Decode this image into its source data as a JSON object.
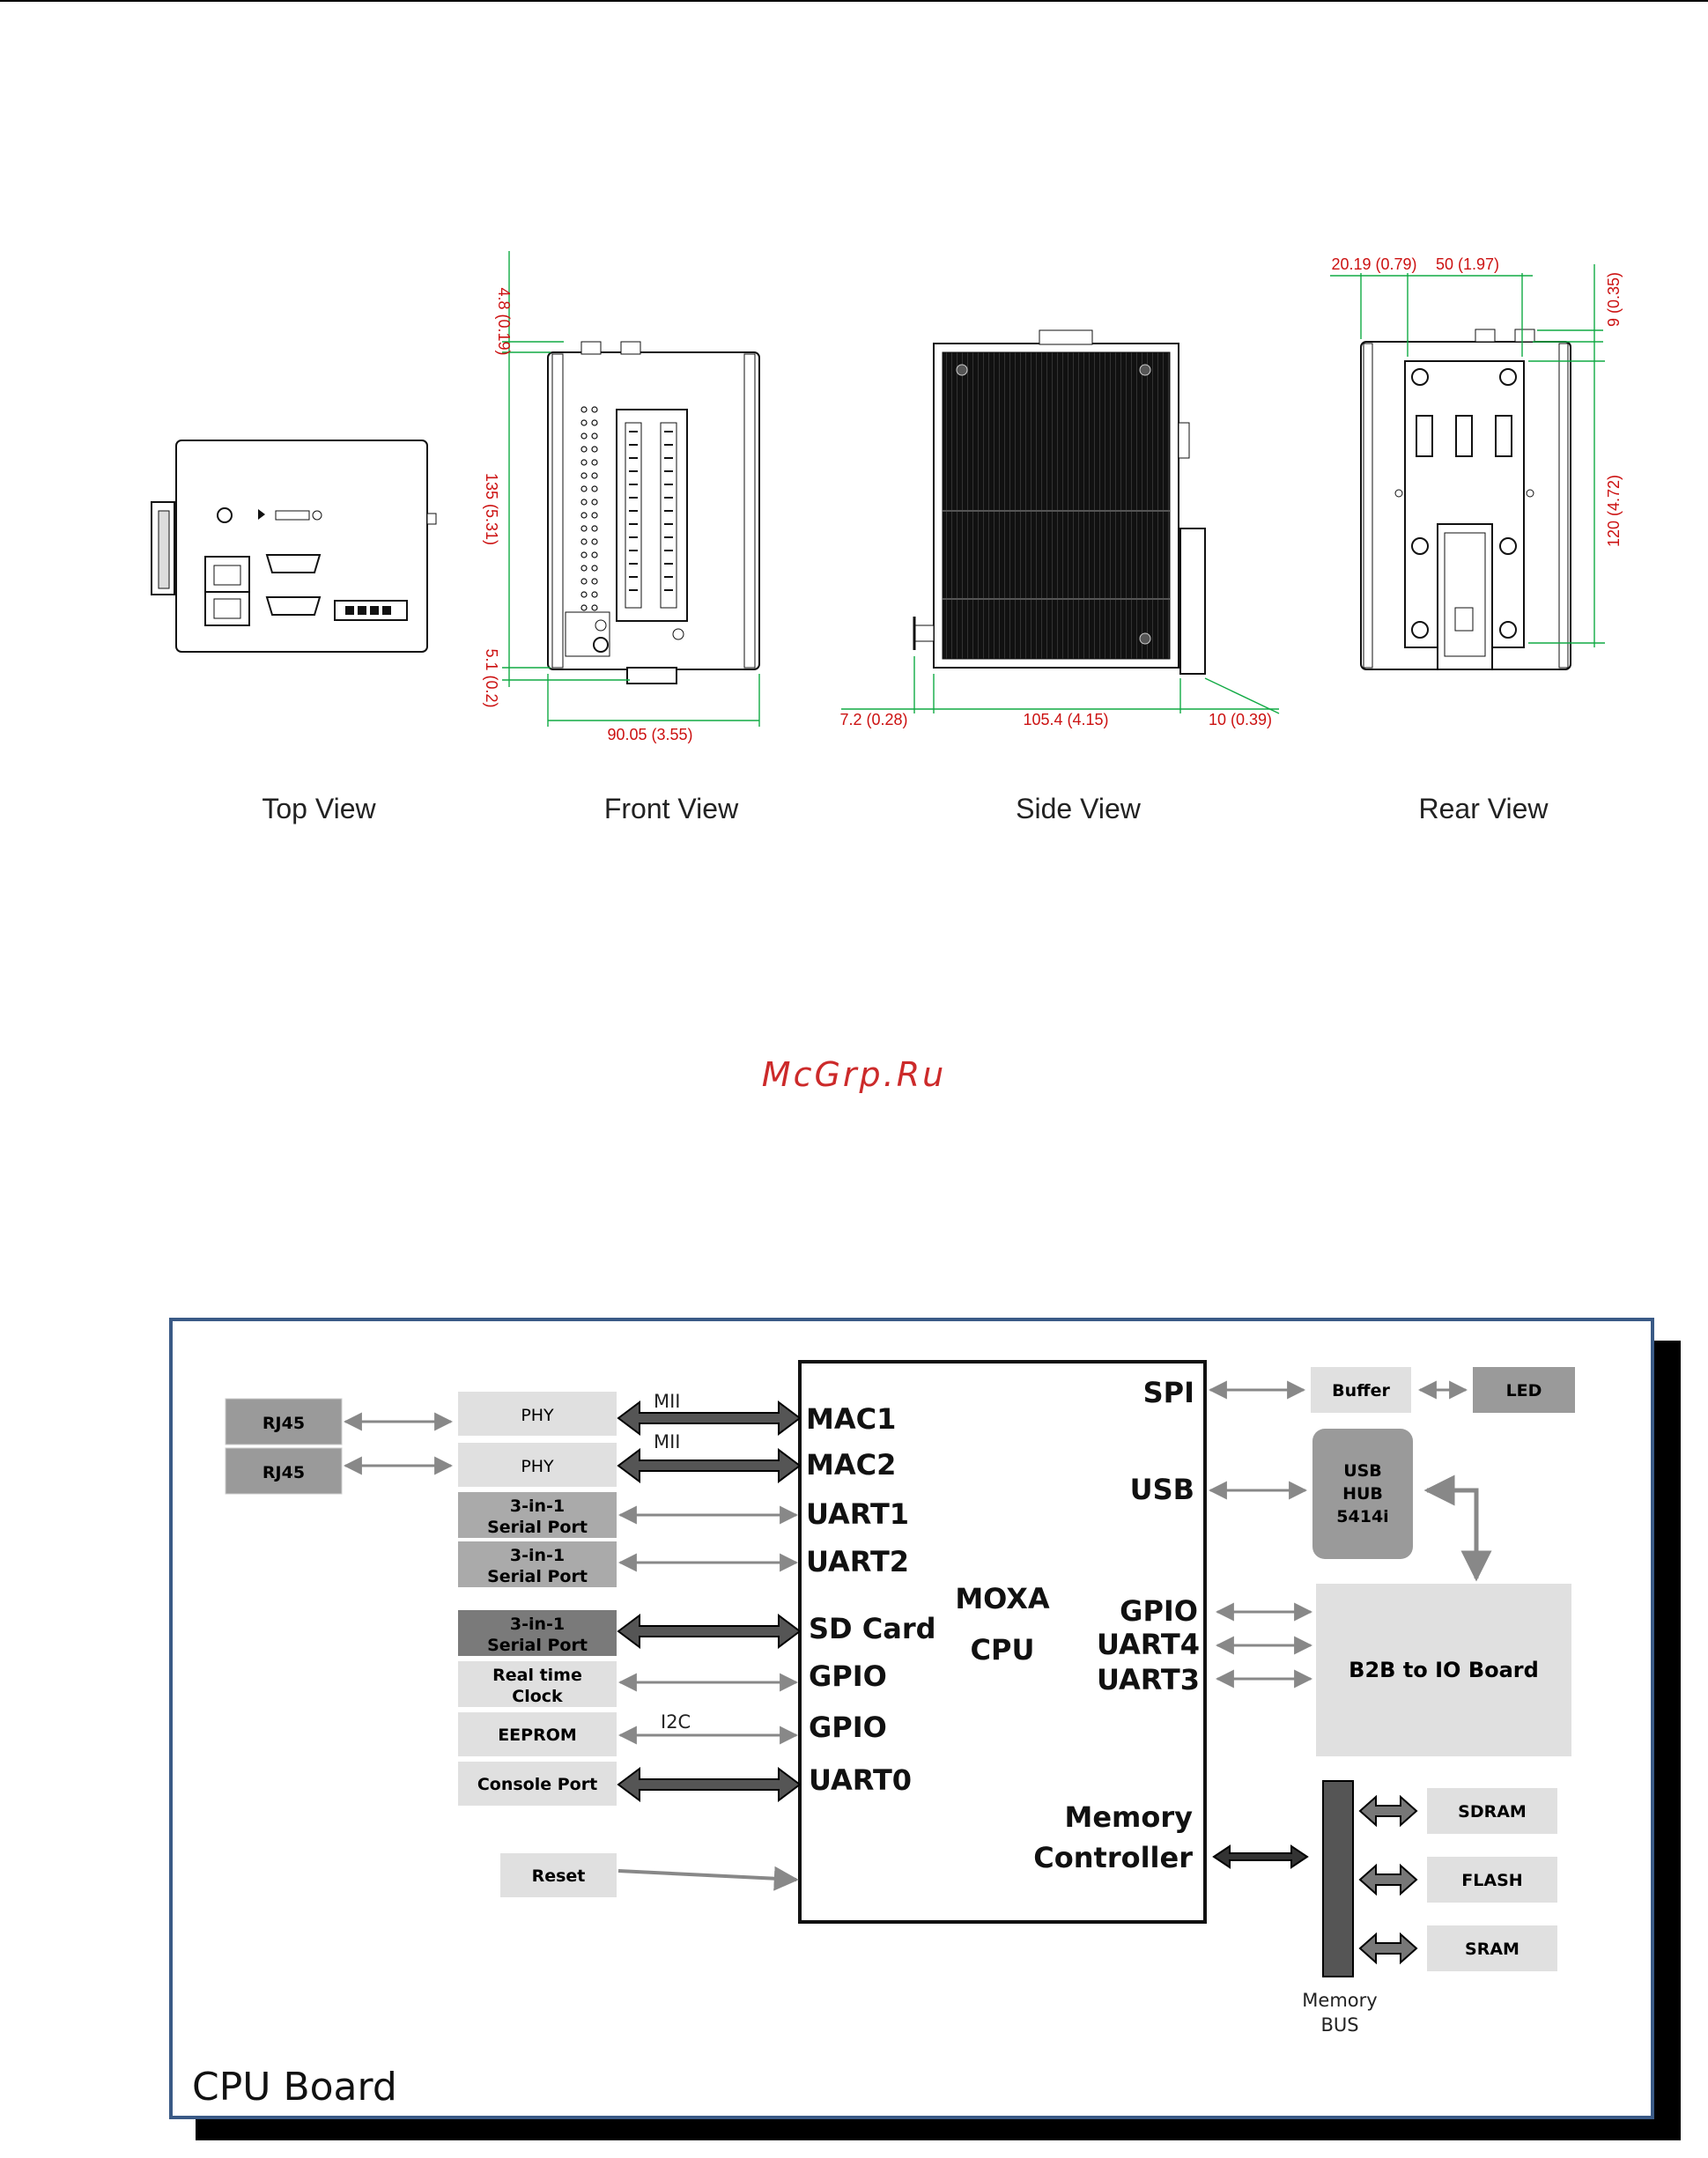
{
  "dimensions": {
    "front_top": "4.8 (0.19)",
    "front_height": "135 (5.31)",
    "front_bottom": "5.1 (0.2)",
    "front_width": "90.05 (3.55)",
    "side_left": "7.2 (0.28)",
    "side_width": "105.4 (4.15)",
    "side_right": "10 (0.39)",
    "rear_left": "20.19 (0.79)",
    "rear_mid": "50 (1.97)",
    "rear_top": "9 (0.35)",
    "rear_height": "120 (4.72)"
  },
  "views": [
    "Top View",
    "Front View",
    "Side View",
    "Rear View"
  ],
  "watermark": "McGrp.Ru",
  "cpu_board": {
    "title": "CPU Board",
    "cpu_label_1": "MOXA",
    "cpu_label_2": "CPU",
    "left_ports": [
      "RJ45",
      "RJ45"
    ],
    "left_blocks": [
      {
        "l1": "PHY",
        "l2": ""
      },
      {
        "l1": "PHY",
        "l2": ""
      },
      {
        "l1": "3-in-1",
        "l2": "Serial Port"
      },
      {
        "l1": "3-in-1",
        "l2": "Serial Port"
      },
      {
        "l1": "3-in-1",
        "l2": "Serial Port"
      },
      {
        "l1": "Real time",
        "l2": "Clock"
      },
      {
        "l1": "EEPROM",
        "l2": ""
      },
      {
        "l1": "Console Port",
        "l2": ""
      },
      {
        "l1": "Reset",
        "l2": ""
      }
    ],
    "bus_labels": [
      "MII",
      "MII",
      "I2C"
    ],
    "cpu_left_pins": [
      "MAC1",
      "MAC2",
      "UART1",
      "UART2",
      "SD Card",
      "GPIO",
      "GPIO",
      "UART0"
    ],
    "cpu_right_pins": [
      "SPI",
      "USB",
      "GPIO",
      "UART4",
      "UART3"
    ],
    "memory_controller_1": "Memory",
    "memory_controller_2": "Controller",
    "buffer": "Buffer",
    "led": "LED",
    "usb_hub": [
      "USB",
      "HUB",
      "5414i"
    ],
    "b2b": "B2B to IO Board",
    "memory": [
      "SDRAM",
      "FLASH",
      "SRAM"
    ],
    "memory_bus_1": "Memory",
    "memory_bus_2": "BUS"
  }
}
